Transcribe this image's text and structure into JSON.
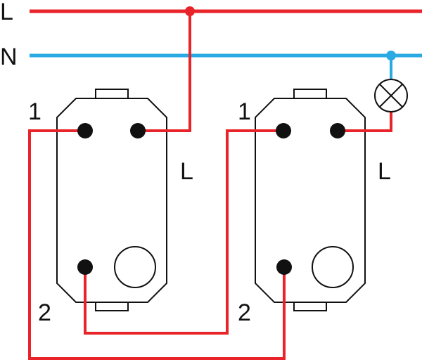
{
  "labels": {
    "line": "L",
    "neutral": "N",
    "switch1": {
      "term1": "1",
      "term2": "2",
      "common": "L"
    },
    "switch2": {
      "term1": "1",
      "term2": "2",
      "common": "L"
    }
  },
  "colors": {
    "live": "#e8232a",
    "neutral": "#29aae2",
    "outline": "#111111",
    "background": "#ffffff"
  }
}
